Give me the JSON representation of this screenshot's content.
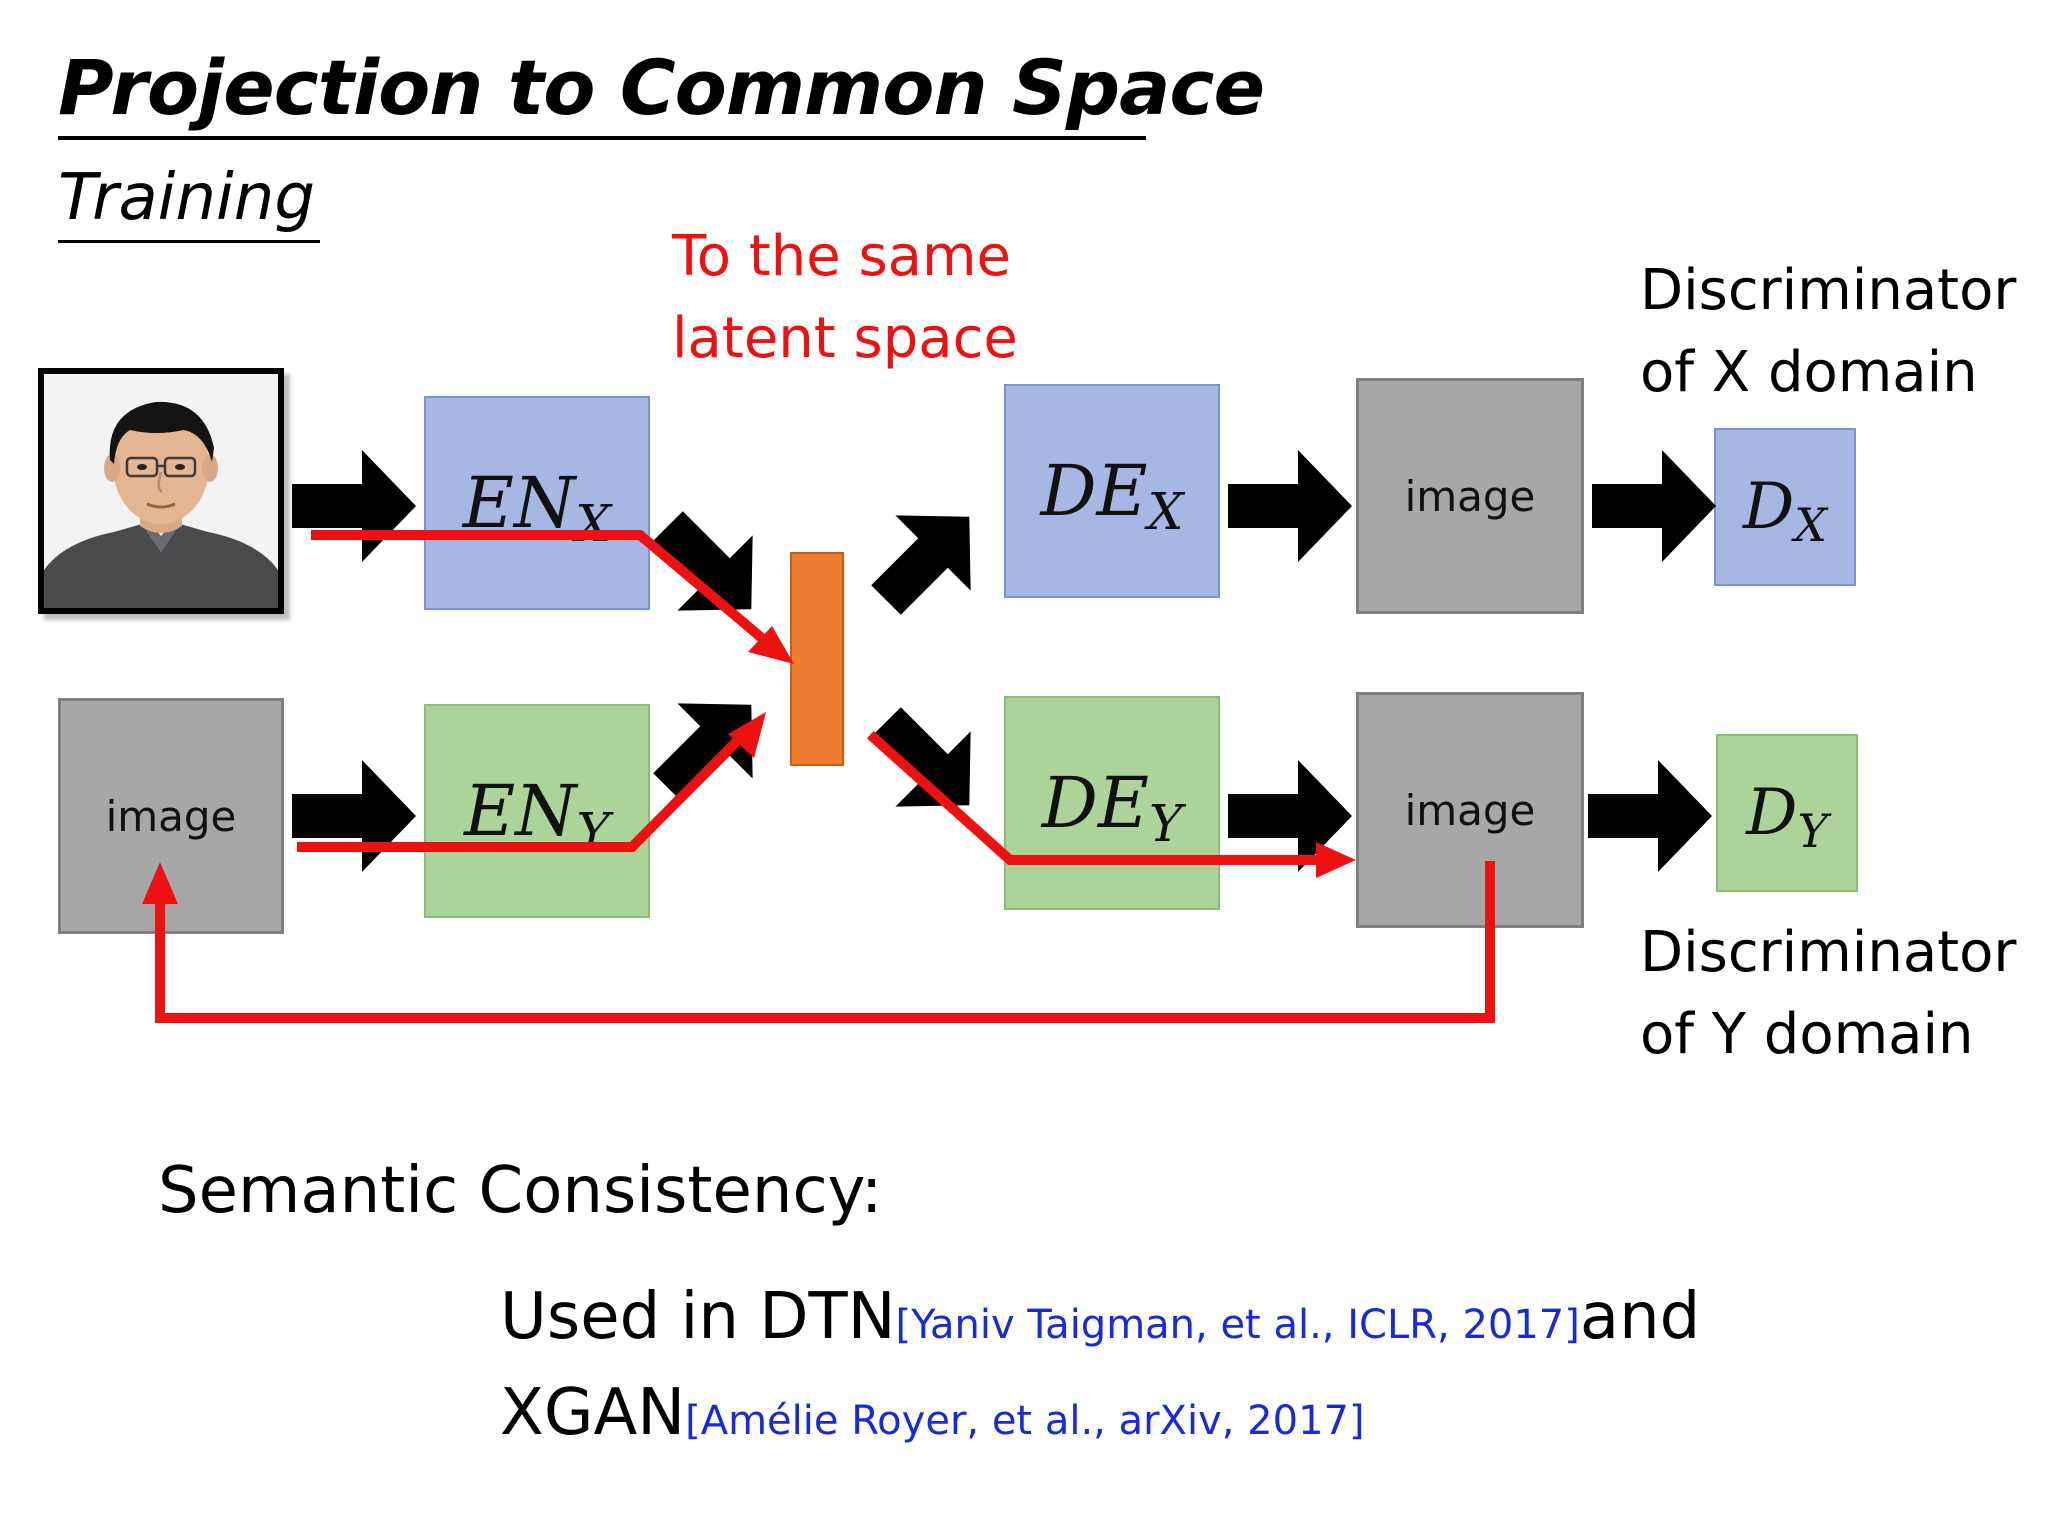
{
  "slide": {
    "title": "Projection to Common Space",
    "subtitle": "Training",
    "red_note": {
      "line1": "To the same",
      "line2": "latent space"
    },
    "disc_x": {
      "line1": "Discriminator",
      "line2": "of X domain"
    },
    "disc_y": {
      "line1": "Discriminator",
      "line2": "of Y domain"
    },
    "labels": {
      "image": "image",
      "en": "EN",
      "de": "DE",
      "d": "D",
      "x": "X",
      "y": "Y"
    },
    "bottom": {
      "semantic": "Semantic Consistency:",
      "used_in": "Used in DTN ",
      "cite1": "[Yaniv Taigman, et al., ICLR, 2017]",
      "and": " and",
      "xgan": "XGAN ",
      "cite2": "[Amélie Royer, et al., arXiv, 2017]"
    },
    "colors": {
      "encoder_x": "#a6b7e4",
      "encoder_y": "#abd39a",
      "latent": "#ed7d31",
      "path": "#ee1111",
      "citation": "#1a2bd6"
    }
  }
}
